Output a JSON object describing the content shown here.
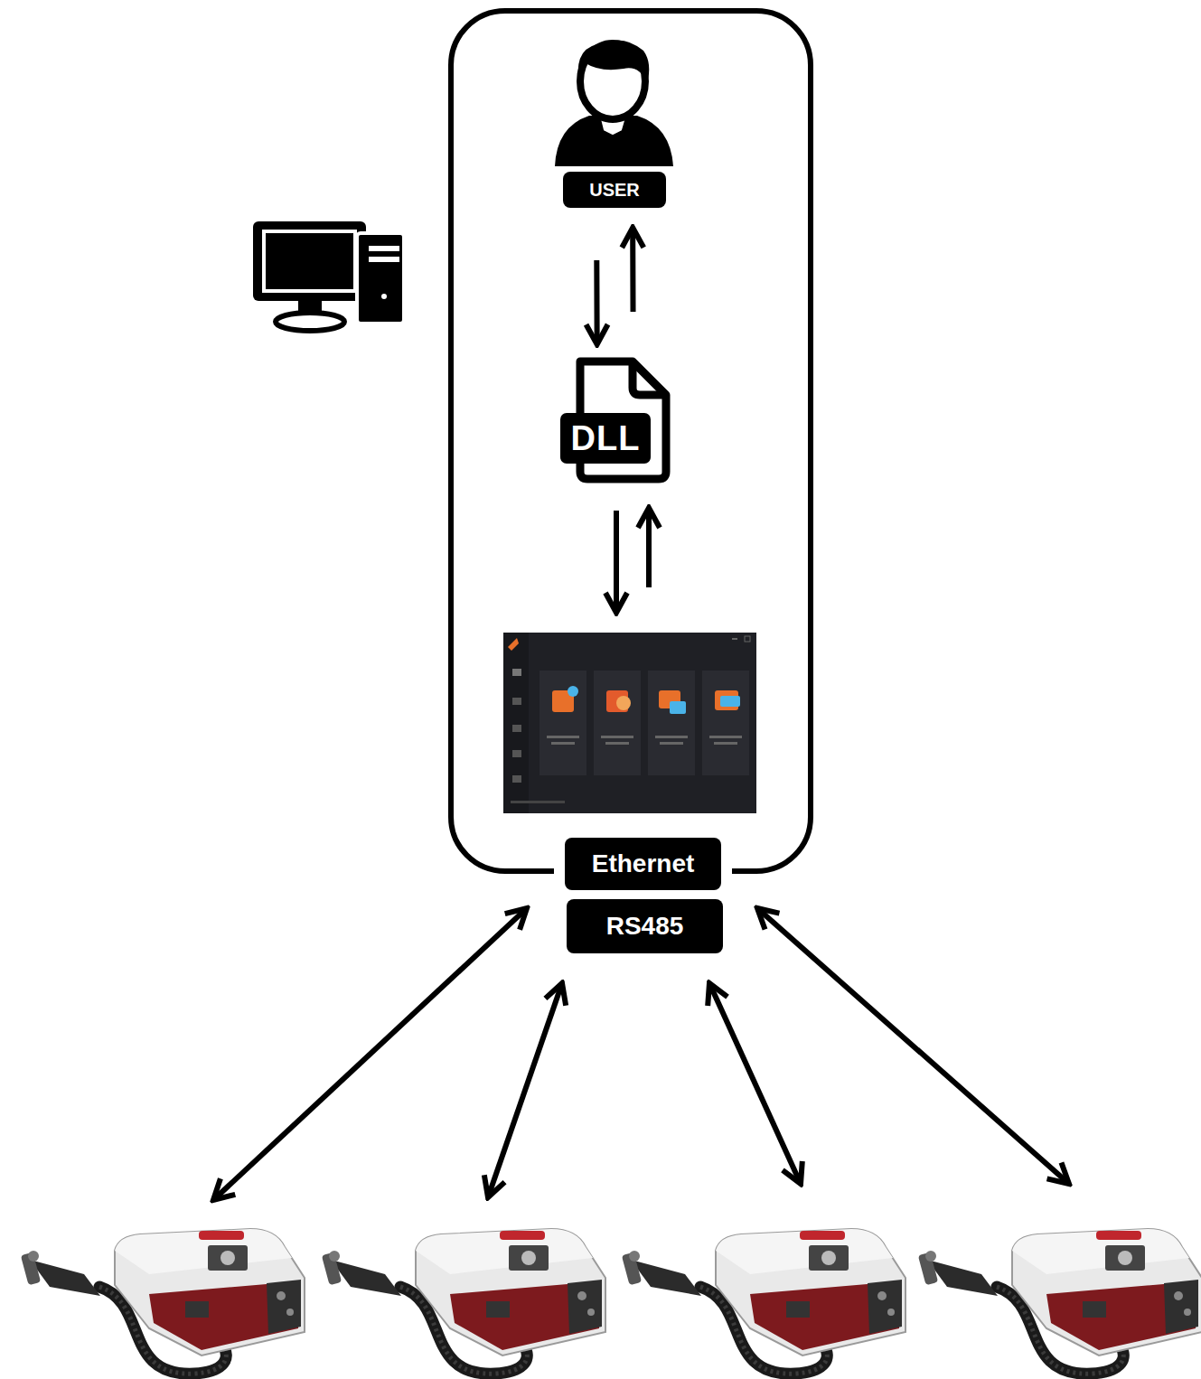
{
  "diagram": {
    "nodes": [
      {
        "text": [
          "USER"
        ]
      },
      {
        "text": [
          "DLL"
        ]
      },
      {
        "text": [
          "Ethernet"
        ]
      },
      {
        "text": [
          "RS485"
        ]
      }
    ],
    "edges": [
      {
        "from": 0,
        "to": 1,
        "arrow": "both"
      }
    ]
  }
}
